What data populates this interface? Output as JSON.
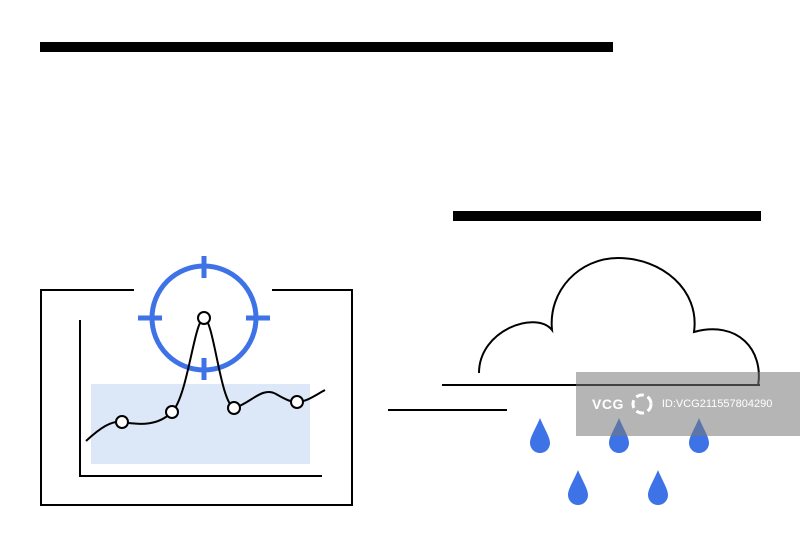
{
  "colors": {
    "ink": "#000000",
    "accent": "#3d73e6",
    "highlight": "#dce7f7",
    "drop": "#3d73e6"
  },
  "illustration": {
    "left_panel": "chart-with-target-reticle",
    "right_panel": "rain-cloud",
    "raindrops": 5
  },
  "watermark": {
    "logo": "VCG",
    "id_text": "ID:VCG211557804290"
  }
}
